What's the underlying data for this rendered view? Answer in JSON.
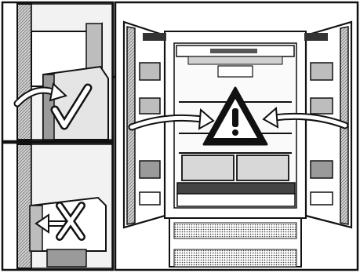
{
  "figure": {
    "panels": [
      {
        "id": "door-bin-correct",
        "verdict": "correct",
        "mark_icon": "checkmark-icon"
      },
      {
        "id": "door-bin-incorrect",
        "verdict": "incorrect",
        "mark_icon": "cross-icon"
      },
      {
        "id": "fridge-open-doors",
        "warning_icon": "warning-triangle-icon"
      }
    ],
    "colors": {
      "ink": "#111111",
      "paper": "#ffffff",
      "shade": "#9a9a9a",
      "light_shade": "#d0d0d0"
    }
  }
}
